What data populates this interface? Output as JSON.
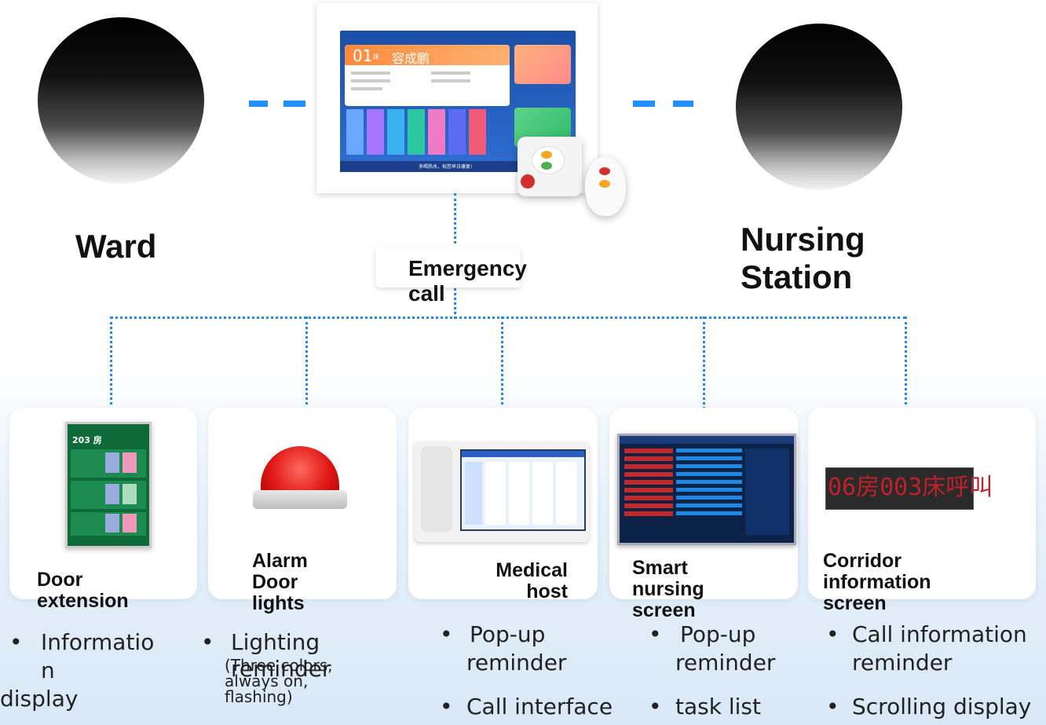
{
  "top": {
    "ward_label": "Ward",
    "nursing_label": "Nursing Station",
    "emergency_label": "Emergency call",
    "terminal_screen": {
      "room_num": "01",
      "room_suffix": "床",
      "patient_name": "容成鹏",
      "bottom_text": "多喝热水，祝您早日康复!"
    }
  },
  "cards": [
    {
      "label": "Door extension",
      "screen_title": "203 房"
    },
    {
      "label": "Alarm Door lights"
    },
    {
      "label": "Medical host"
    },
    {
      "label": "Smart nursing screen"
    },
    {
      "label": "Corridor information screen",
      "led_text": "06房003床呼叫"
    }
  ],
  "bullets": {
    "col1": {
      "b1_a": "Informatio",
      "b1_b": "n",
      "b1_c": "display"
    },
    "col2": {
      "b1": "Lighting reminder",
      "note": "(Three colors, always on, flashing)"
    },
    "col3": {
      "b1_a": "Pop-up",
      "b1_b": "reminder",
      "b2": "Call interface"
    },
    "col4": {
      "b1_a": "Pop-up",
      "b1_b": "reminder",
      "b2": "task list"
    },
    "col5": {
      "b1_a": "Call information",
      "b1_b": "reminder",
      "b2": "Scrolling display"
    }
  },
  "colors": {
    "accent": "#1e90ff",
    "dotted": "#2a86e6",
    "led": "#c0202a"
  }
}
